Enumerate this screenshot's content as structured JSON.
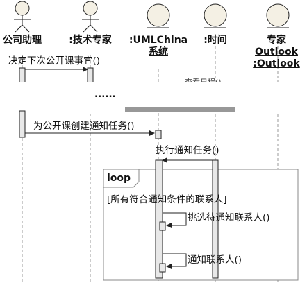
{
  "lifelines": [
    {
      "name": "公司助理",
      "kind": "actor"
    },
    {
      "name": ":技术专家",
      "kind": "actor"
    },
    {
      "name": ":UMLChina\n系统",
      "kind": "entity"
    },
    {
      "name": ":时间",
      "kind": "entity"
    },
    {
      "name": "专家\nOutlook\n:Outlook",
      "kind": "entity"
    }
  ],
  "messages": {
    "decide": "决定下次公开课事宜()",
    "create_task": "为公开课创建通知任务()",
    "execute": "执行通知任务()",
    "select": "挑选待通知联系人()",
    "notify": "通知联系人()"
  },
  "ellipsis": "......",
  "loop": {
    "keyword": "loop",
    "guard": "[所有符合通知条件的联系人]"
  },
  "colors": {
    "line": "#222222",
    "lifeline_fill": "#f4f0e4",
    "activation": "#e8e8e8",
    "frame": "#888888",
    "fragment": "#ffffff"
  }
}
